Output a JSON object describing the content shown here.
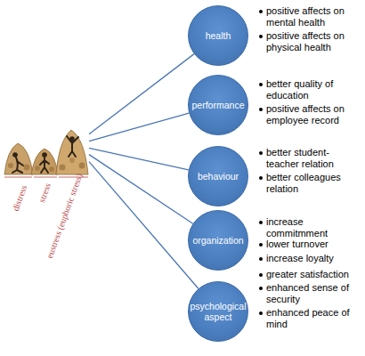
{
  "diagram": {
    "nodes": [
      {
        "text": [
          "eustress (euphoric stress)"
        ]
      },
      {
        "text": [
          "health"
        ]
      },
      {
        "text": [
          "performance"
        ]
      },
      {
        "text": [
          "behaviour"
        ]
      },
      {
        "text": [
          "organization"
        ]
      },
      {
        "text": [
          "psychological aspect"
        ]
      }
    ],
    "edges": [
      {
        "from": 0,
        "to": 1,
        "arrow": "none"
      },
      {
        "from": 0,
        "to": 2,
        "arrow": "none"
      },
      {
        "from": 0,
        "to": 3,
        "arrow": "none"
      },
      {
        "from": 0,
        "to": 4,
        "arrow": "none"
      },
      {
        "from": 0,
        "to": 5,
        "arrow": "none"
      }
    ],
    "labels": [
      "distress",
      "stress",
      "positive affects on mental health",
      "positive affects on physical health",
      "better quality of education",
      "positive affects on employee record",
      "better student-teacher relation",
      "better colleagues relation",
      "increase commitmment",
      "lower turnover",
      "increase loyalty",
      "greater satisfaction",
      "enhanced sense of security",
      "enhanced peace of mind"
    ]
  }
}
